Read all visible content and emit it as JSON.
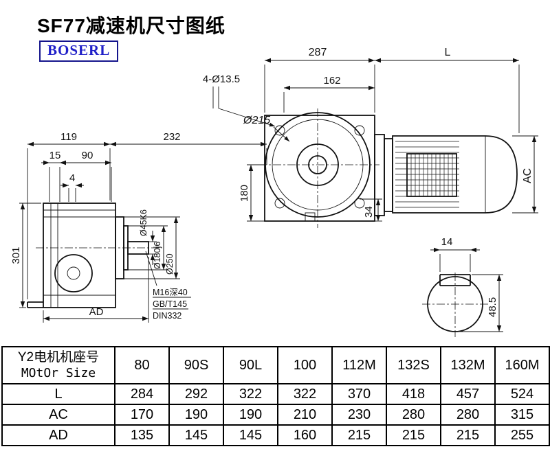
{
  "page": {
    "title": "SF77减速机尺寸图纸",
    "logo": "BOSERL"
  },
  "side_view": {
    "dim_119": "119",
    "dim_232": "232",
    "dim_15": "15",
    "dim_90": "90",
    "dim_4": "4",
    "dim_301": "301",
    "dim_ad": "AD",
    "shaft_dia": "Ø45K6",
    "spigot_dia": "Ø180j6",
    "flange_dia": "Ø250",
    "note_line1": "M16深40",
    "note_line2": "GB/T145",
    "note_line3": "DIN332"
  },
  "front_view": {
    "dim_287": "287",
    "dim_l": "L",
    "dim_162": "162",
    "holes_note": "4-Ø13.5",
    "dia_215": "Ø215",
    "dim_180": "180",
    "dim_34": "34",
    "dim_ac": "AC"
  },
  "shaft_section": {
    "dim_14": "14",
    "dim_48_5": "48.5"
  },
  "table": {
    "header": {
      "line1": "Y2电机机座号",
      "line2": "MOtOr Size"
    },
    "columns": [
      "80",
      "90S",
      "90L",
      "100",
      "112M",
      "132S",
      "132M",
      "160M"
    ],
    "rows": [
      {
        "label": "L",
        "values": [
          "284",
          "292",
          "322",
          "322",
          "370",
          "418",
          "457",
          "524"
        ]
      },
      {
        "label": "AC",
        "values": [
          "170",
          "190",
          "190",
          "210",
          "230",
          "280",
          "280",
          "315"
        ]
      },
      {
        "label": "AD",
        "values": [
          "135",
          "145",
          "145",
          "160",
          "215",
          "215",
          "215",
          "255"
        ]
      }
    ]
  }
}
